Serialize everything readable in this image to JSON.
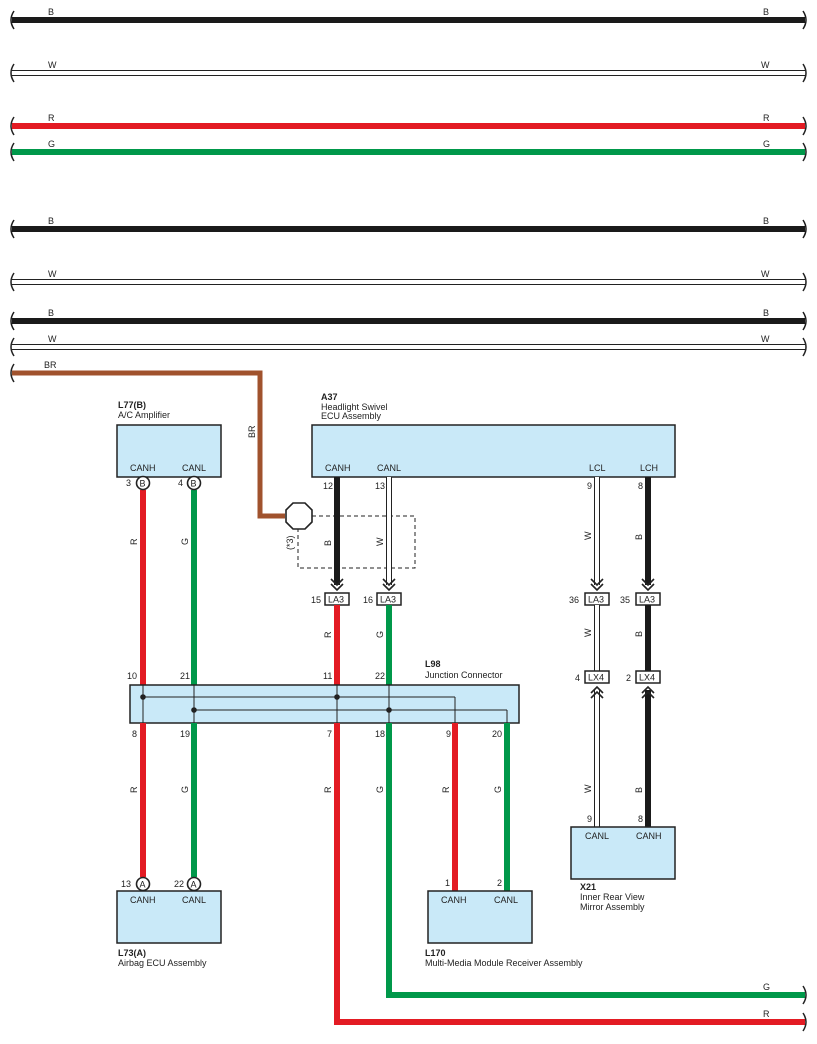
{
  "colors": {
    "black": "#1a1a1a",
    "white": "#ffffff",
    "red": "#e31b23",
    "green": "#00984a",
    "brown": "#a0522d",
    "box_fill": "#c9e9f8"
  },
  "top_wires": [
    {
      "code": "B"
    },
    {
      "code": "W"
    },
    {
      "code": "R"
    },
    {
      "code": "G"
    },
    {
      "code": "B"
    },
    {
      "code": "W"
    },
    {
      "code": "B"
    },
    {
      "code": "W"
    }
  ],
  "br_wire": {
    "code": "BR",
    "vertical_code": "BR"
  },
  "bottom_wires": [
    {
      "code": "G"
    },
    {
      "code": "R"
    }
  ],
  "components": {
    "l77": {
      "id": "L77(B)",
      "name": "A/C Amplifier",
      "pin1_label": "CANH",
      "pin2_label": "CANL",
      "pin1": "3",
      "pin2": "4",
      "connector": "B"
    },
    "a37": {
      "id": "A37",
      "name_line1": "Headlight Swivel",
      "name_line2": "ECU Assembly",
      "pin1_label": "CANH",
      "pin2_label": "CANL",
      "pin3_label": "LCL",
      "pin4_label": "LCH",
      "pin1": "12",
      "pin2": "13",
      "pin3": "9",
      "pin4": "8"
    },
    "l98": {
      "id": "L98",
      "name": "Junction Connector",
      "top_pins": [
        "10",
        "21",
        "11",
        "22"
      ],
      "bottom_pins": [
        "8",
        "19",
        "7",
        "18",
        "9",
        "20"
      ]
    },
    "l73": {
      "id": "L73(A)",
      "name": "Airbag ECU Assembly",
      "pin1_label": "CANH",
      "pin2_label": "CANL",
      "pin1": "13",
      "pin2": "22",
      "connector": "A"
    },
    "l170": {
      "id": "L170",
      "name": "Multi-Media Module Receiver Assembly",
      "pin1_label": "CANH",
      "pin2_label": "CANL",
      "pin1": "1",
      "pin2": "2"
    },
    "x21": {
      "id": "X21",
      "name_line1": "Inner Rear View",
      "name_line2": "Mirror Assembly",
      "pin1_label": "CANL",
      "pin2_label": "CANH",
      "pin1": "9",
      "pin2": "8"
    }
  },
  "junctions": {
    "la3_a": {
      "label": "LA3",
      "pin": "15"
    },
    "la3_b": {
      "label": "LA3",
      "pin": "16"
    },
    "la3_c": {
      "label": "LA3",
      "pin": "36"
    },
    "la3_d": {
      "label": "LA3",
      "pin": "35"
    },
    "lx4_a": {
      "label": "LX4",
      "pin": "4"
    },
    "lx4_b": {
      "label": "LX4",
      "pin": "2"
    }
  },
  "shield_note": "(*3)",
  "wire_codes": {
    "l77_canh": "R",
    "l77_canl": "G",
    "a37_canh": "B",
    "a37_canl": "W",
    "a37_lcl": "W",
    "a37_lch": "B",
    "la3_15": "R",
    "la3_16": "G",
    "lx_w": "W",
    "lx_b": "B",
    "x21_w": "W",
    "x21_b": "B",
    "l73_r": "R",
    "l73_g": "G",
    "l98_7": "R",
    "l98_18": "G",
    "l98_9": "R",
    "l98_20": "G"
  }
}
